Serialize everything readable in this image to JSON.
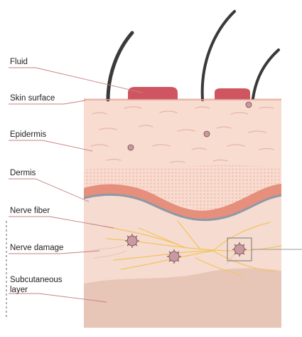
{
  "labels": {
    "fluid": "Fluid",
    "skin_surface": "Skin surface",
    "epidermis": "Epidermis",
    "dermis": "Dermis",
    "nerve_fiber": "Nerve fiber",
    "nerve_damage": "Nerve damage",
    "subcutaneous": "Subcutaneous\nlayer"
  },
  "colors": {
    "background": "#ffffff",
    "skin": "#f8dcd0",
    "epidermis_lines": "#e6b6a6",
    "dermis_dots": "#f2c0b2",
    "dermis_band": "#e58f7c",
    "membrane": "#8c9aa8",
    "lower_layer": "#f6dbd0",
    "subcutaneous": "#e2bfb0",
    "fluid": "#cf5660",
    "hair": "#3a3a3a",
    "nerve": "#f1c55d",
    "virus": "#c79aa1",
    "leader_line": "#c87f82"
  }
}
